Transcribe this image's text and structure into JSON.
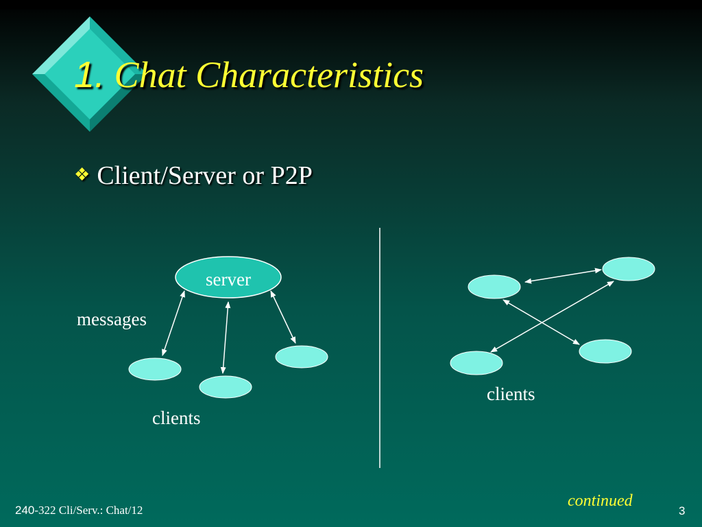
{
  "slide": {
    "title_number": "1.",
    "title_text": "Chat Characteristics",
    "bullet": "Client/Server or P2P"
  },
  "client_server": {
    "server_label": "server",
    "messages_label": "messages",
    "clients_label": "clients"
  },
  "p2p": {
    "clients_label": "clients"
  },
  "footer": {
    "course_prefix": "240",
    "course_rest": "-322 Cli/Serv.: Chat/12",
    "continued": "continued",
    "page": "3"
  },
  "colors": {
    "title": "#ffff33",
    "node_fill": "#7ff2e3",
    "server_fill": "#1fc3ae",
    "background_bottom": "#006a5c"
  }
}
